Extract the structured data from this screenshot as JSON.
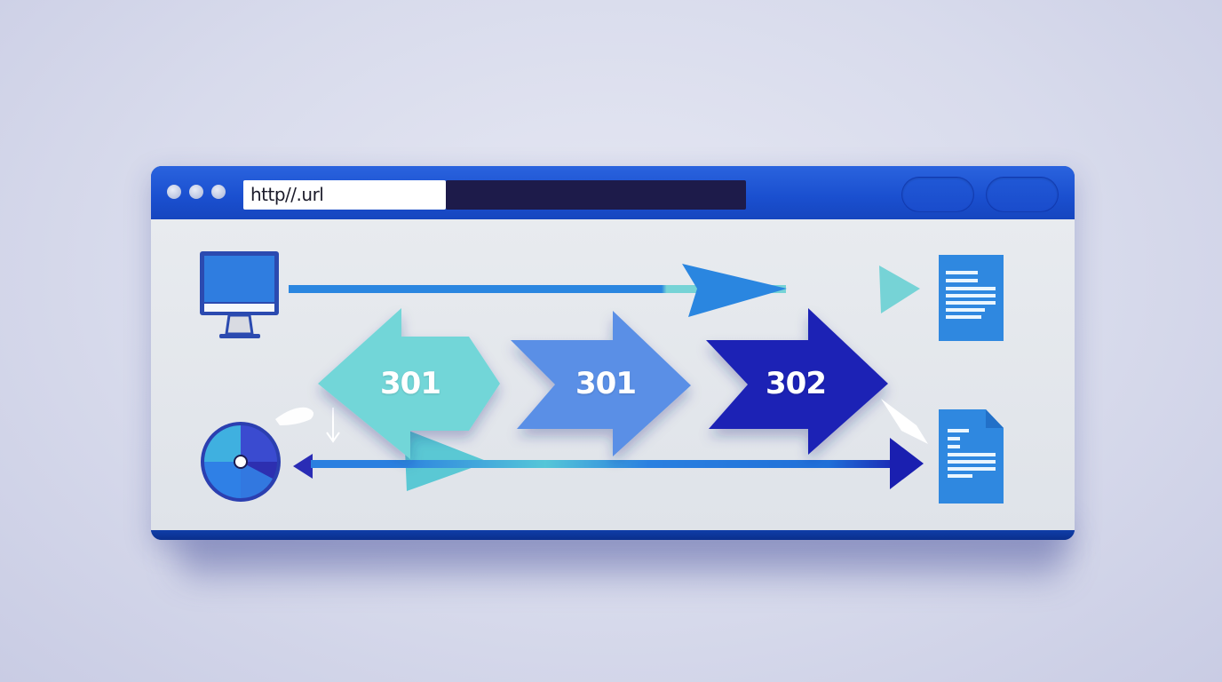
{
  "browser": {
    "window_controls": [
      "dot-1",
      "dot-2",
      "dot-3"
    ],
    "address_bar": {
      "value": "http//.url"
    },
    "toolbar_buttons": [
      "pill-button-1",
      "pill-button-2"
    ]
  },
  "diagram": {
    "nodes": {
      "client": {
        "icon": "monitor-icon"
      },
      "server": {
        "icon": "pie-chart-icon"
      },
      "target_document_top": {
        "icon": "document-icon"
      },
      "target_document_bottom": {
        "icon": "document-icon"
      }
    },
    "redirects": [
      {
        "code": "301",
        "direction": "left-right",
        "color": "#6fd6d6"
      },
      {
        "code": "301",
        "direction": "right",
        "color": "#5a8fe6"
      },
      {
        "code": "302",
        "direction": "right",
        "color": "#1c22b5"
      }
    ],
    "flows": [
      {
        "name": "top-flow",
        "from": "client",
        "to": "target_document_top",
        "colors": [
          "#2a86e0",
          "#76d3d6"
        ]
      },
      {
        "name": "bottom-flow",
        "from": "server",
        "to": "target_document_bottom",
        "colors": [
          "#2a7fe0",
          "#1a1fb0"
        ]
      }
    ]
  }
}
